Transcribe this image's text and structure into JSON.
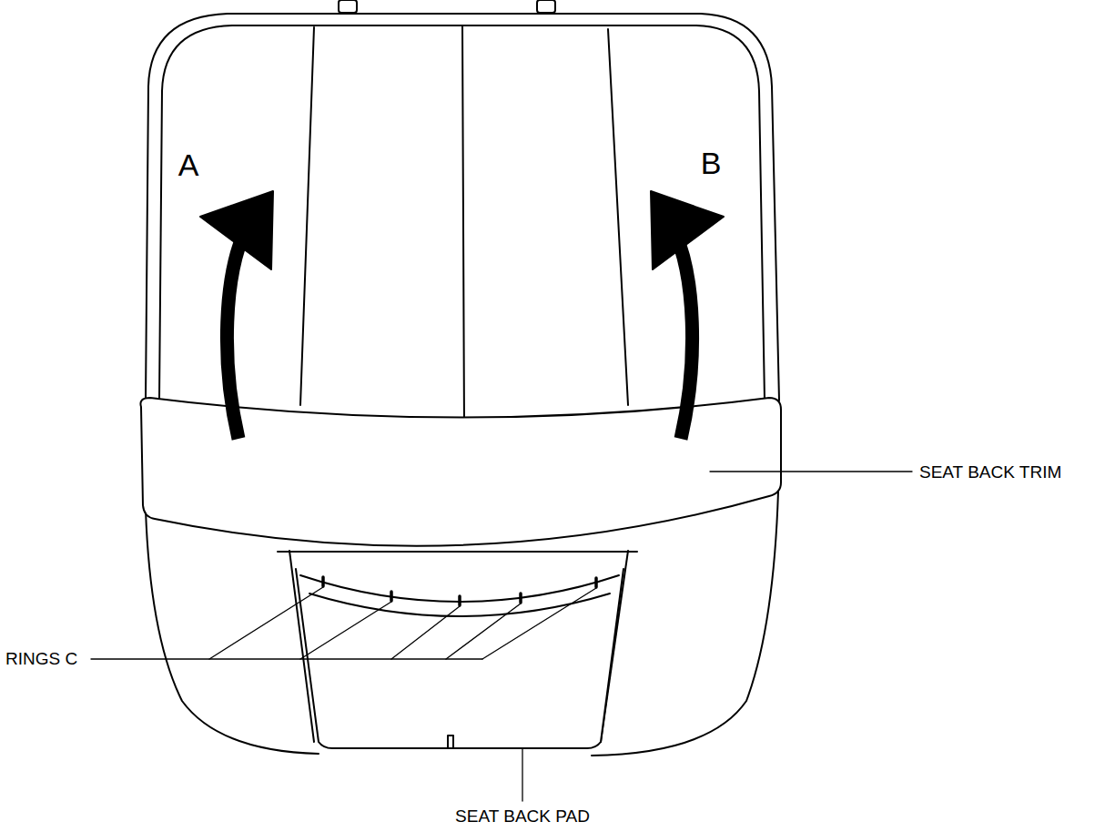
{
  "diagram": {
    "labels": [
      "A",
      "B",
      "SEAT BACK TRIM",
      "RINGS C",
      "SEAT BACK PAD"
    ]
  }
}
